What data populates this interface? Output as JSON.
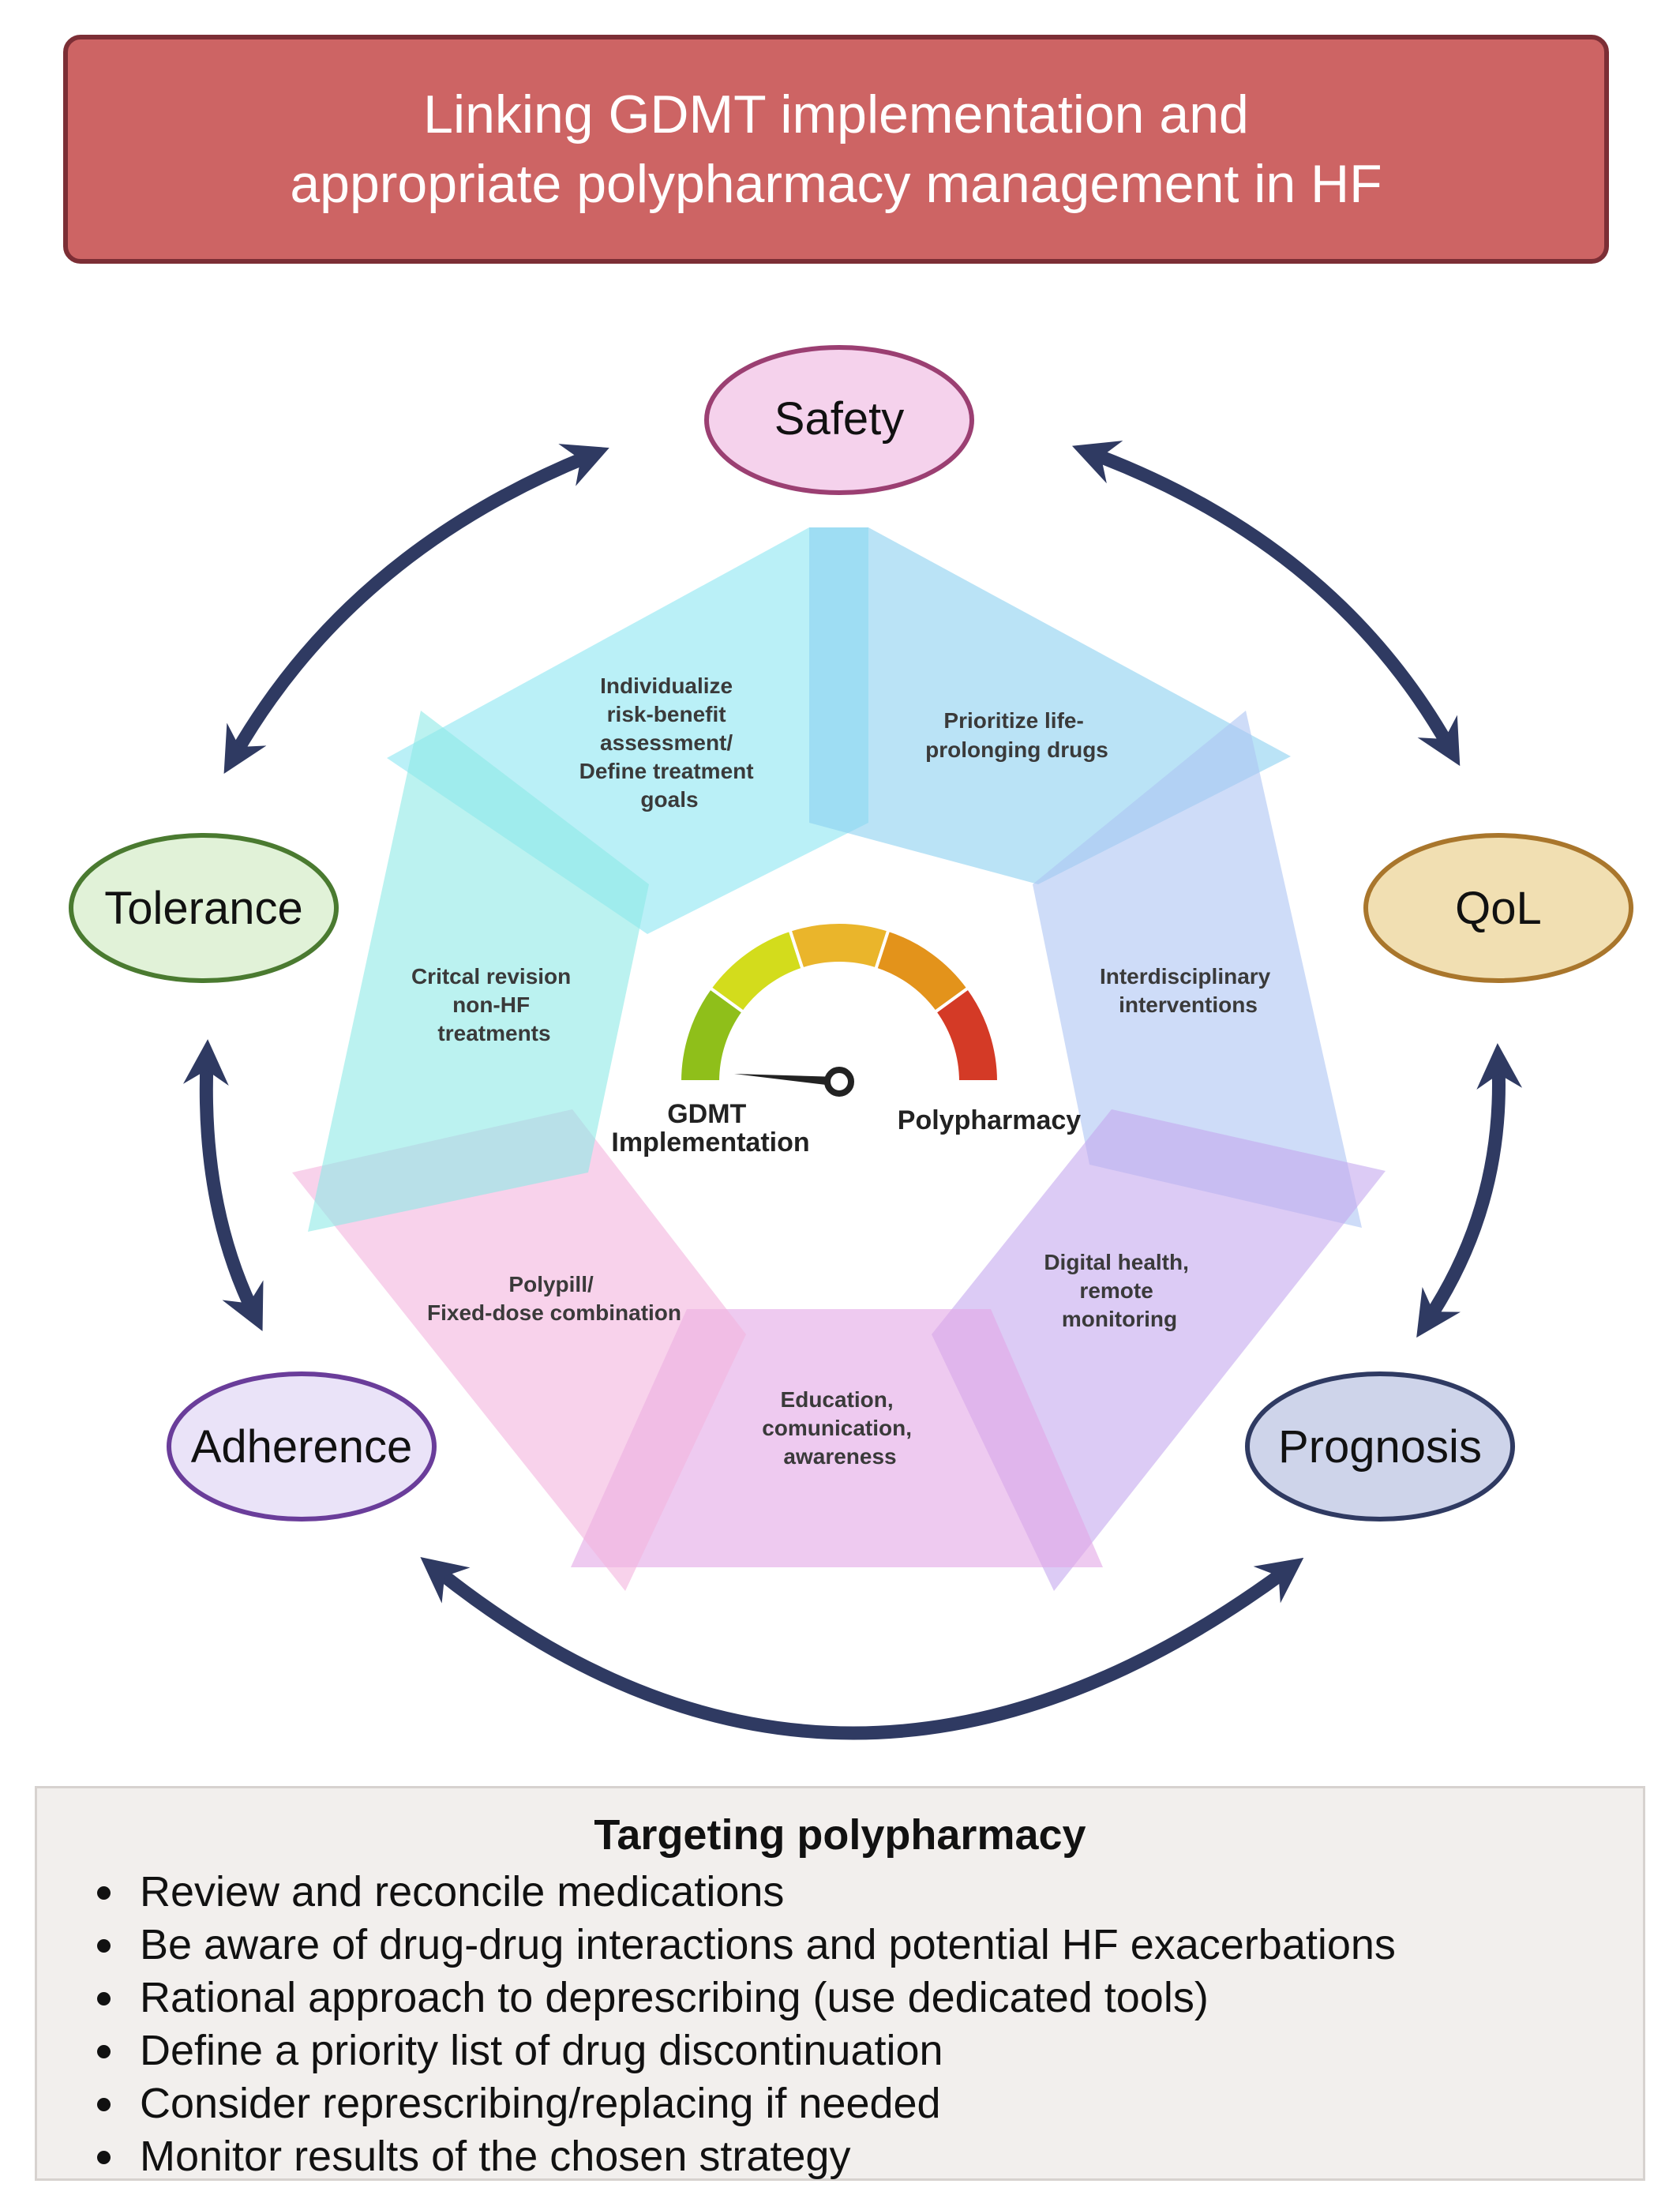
{
  "title": {
    "line1": "Linking GDMT implementation and",
    "line2": "appropriate polypharmacy management in HF"
  },
  "factors": {
    "safety": "Safety",
    "qol": "QoL",
    "tolerance": "Tolerance",
    "adherence": "Adherence",
    "prognosis": "Prognosis"
  },
  "strategies": {
    "risk_benefit": [
      "Individualize",
      "risk-benefit",
      "assessment/",
      "Define treatment",
      "goals"
    ],
    "prioritize": [
      "Prioritize life-",
      "prolonging drugs"
    ],
    "interdisciplinary": [
      "Interdisciplinary",
      "interventions"
    ],
    "digital": [
      "Digital health,",
      "remote",
      "monitoring"
    ],
    "education": [
      "Education,",
      "comunication,",
      "awareness"
    ],
    "polypill": [
      "Polypill/",
      "Fixed-dose combination"
    ],
    "revision": [
      "Critcal revision",
      "non-HF",
      "treatments"
    ]
  },
  "gauge": {
    "left_label": [
      "GDMT",
      "Implementation"
    ],
    "right_label": "Polypharmacy",
    "segment_colors": [
      "#8fbf1a",
      "#d3dc1c",
      "#eab52b",
      "#e3931b",
      "#d43a26"
    ]
  },
  "colors": {
    "title_fill": "#cd6464",
    "title_border": "#7c2e35",
    "arrow": "#2f3a62",
    "safety": {
      "fill": "#f5d2ec",
      "stroke": "#9b3f72"
    },
    "qol": {
      "fill": "#f1dfb2",
      "stroke": "#a9762c"
    },
    "tolerance": {
      "fill": "#e1f2d8",
      "stroke": "#4a7a30"
    },
    "adherence": {
      "fill": "#eae3f8",
      "stroke": "#6a3d9a"
    },
    "prognosis": {
      "fill": "#ced4ea",
      "stroke": "#2f3a62"
    },
    "band_cyan": "#8ce6f2",
    "band_teal": "#8eeae6",
    "band_blue": "#8cd1f0",
    "band_periwinkle": "#aec5f3",
    "band_lavender": "#c4a8ee",
    "band_pink": "#f3b4dd",
    "band_violet": "#e2a6e6"
  },
  "targeting": {
    "title": "Targeting polypharmacy",
    "items": [
      "Review and reconcile medications",
      "Be aware of drug-drug interactions and potential HF exacerbations",
      "Rational approach to deprescribing (use dedicated tools)",
      "Define a priority list of drug discontinuation",
      "Consider represcribing/replacing if needed",
      "Monitor results of the chosen strategy"
    ]
  }
}
